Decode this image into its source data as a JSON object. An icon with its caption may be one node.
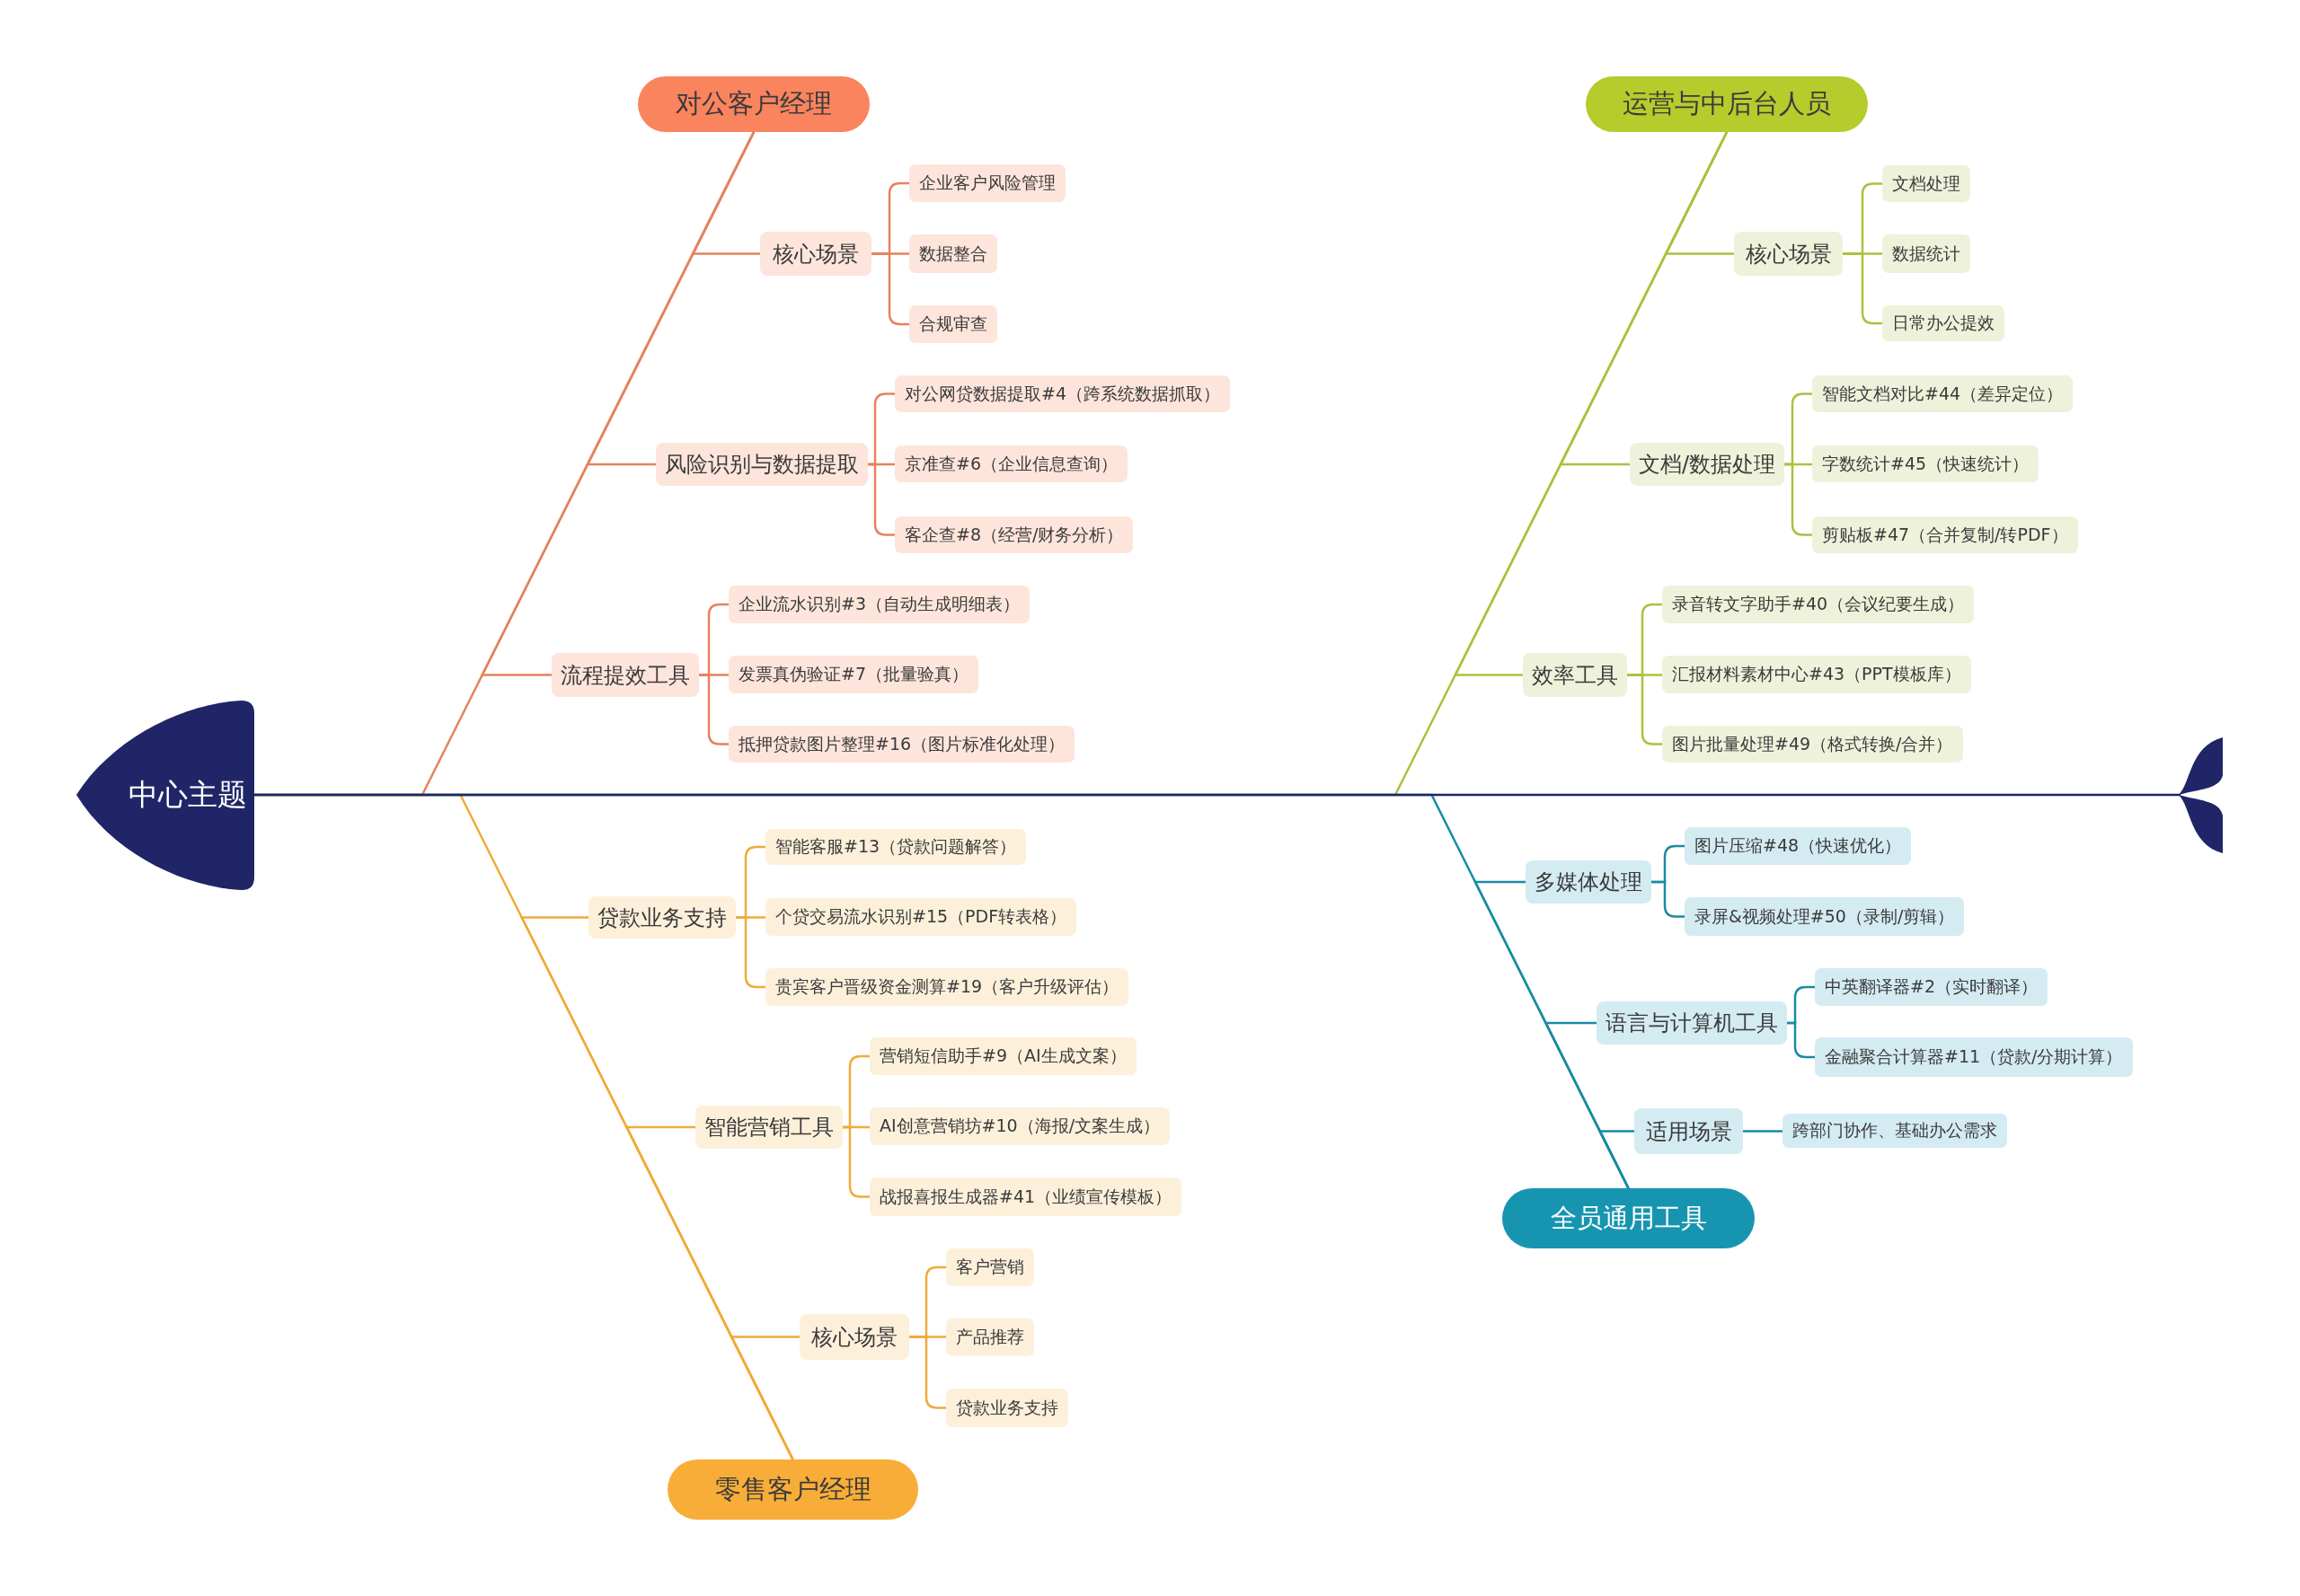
{
  "diagram": {
    "nodes": [
      {
        "text": [
          "中心主题"
        ]
      },
      {
        "text": [
          "对公客户经理"
        ]
      },
      {
        "text": [
          "核心场景"
        ]
      },
      {
        "text": [
          "企业客户风险管理"
        ]
      },
      {
        "text": [
          "数据整合"
        ]
      },
      {
        "text": [
          "合规审查"
        ]
      },
      {
        "text": [
          "风险识别与数据提取"
        ]
      },
      {
        "text": [
          "对公网贷数据提取#4（跨系统数据抓取）"
        ]
      },
      {
        "text": [
          "京准查#6（企业信息查询）"
        ]
      },
      {
        "text": [
          "客企查#8（经营/财务分析）"
        ]
      },
      {
        "text": [
          "流程提效工具"
        ]
      },
      {
        "text": [
          "企业流水识别#3（自动生成明细表）"
        ]
      },
      {
        "text": [
          "发票真伪验证#7（批量验真）"
        ]
      },
      {
        "text": [
          "抵押贷款图片整理#16（图片标准化处理）"
        ]
      },
      {
        "text": [
          "运营与中后台人员"
        ]
      },
      {
        "text": [
          "核心场景"
        ]
      },
      {
        "text": [
          "文档处理"
        ]
      },
      {
        "text": [
          "数据统计"
        ]
      },
      {
        "text": [
          "日常办公提效"
        ]
      },
      {
        "text": [
          "文档/数据处理"
        ]
      },
      {
        "text": [
          "智能文档对比#44（差异定位）"
        ]
      },
      {
        "text": [
          "字数统计#45（快速统计）"
        ]
      },
      {
        "text": [
          "剪贴板#47（合并复制/转PDF）"
        ]
      },
      {
        "text": [
          "效率工具"
        ]
      },
      {
        "text": [
          "录音转文字助手#40（会议纪要生成）"
        ]
      },
      {
        "text": [
          "汇报材料素材中心#43（PPT模板库）"
        ]
      },
      {
        "text": [
          "图片批量处理#49（格式转换/合并）"
        ]
      },
      {
        "text": [
          "零售客户经理"
        ]
      },
      {
        "text": [
          "贷款业务支持"
        ]
      },
      {
        "text": [
          "智能客服#13（贷款问题解答）"
        ]
      },
      {
        "text": [
          "个贷交易流水识别#15（PDF转表格）"
        ]
      },
      {
        "text": [
          "贵宾客户晋级资金测算#19（客户升级评估）"
        ]
      },
      {
        "text": [
          "智能营销工具"
        ]
      },
      {
        "text": [
          "营销短信助手#9（AI生成文案）"
        ]
      },
      {
        "text": [
          "AI创意营销坊#10（海报/文案生成）"
        ]
      },
      {
        "text": [
          "战报喜报生成器#41（业绩宣传模板）"
        ]
      },
      {
        "text": [
          "核心场景"
        ]
      },
      {
        "text": [
          "客户营销"
        ]
      },
      {
        "text": [
          "产品推荐"
        ]
      },
      {
        "text": [
          "贷款业务支持"
        ]
      },
      {
        "text": [
          "全员通用工具"
        ]
      },
      {
        "text": [
          "多媒体处理"
        ]
      },
      {
        "text": [
          "图片压缩#48（快速优化）"
        ]
      },
      {
        "text": [
          "录屏&视频处理#50（录制/剪辑）"
        ]
      },
      {
        "text": [
          "语言与计算机工具"
        ]
      },
      {
        "text": [
          "中英翻译器#2（实时翻译）"
        ]
      },
      {
        "text": [
          "金融聚合计算器#11（贷款/分期计算）"
        ]
      },
      {
        "text": [
          "适用场景"
        ]
      },
      {
        "text": [
          "跨部门协作、基础办公需求"
        ]
      },
      {
        "text": [],
        "shape": "tail"
      }
    ],
    "edges": [
      {
        "from": 0,
        "to": 49,
        "arrow": "none",
        "color": "#1f2566"
      },
      {
        "from": 0,
        "to": 1,
        "arrow": "none",
        "color": "#e5825c"
      },
      {
        "from": 1,
        "to": 2,
        "arrow": "none",
        "color": "#e5825c"
      },
      {
        "from": 2,
        "to": 3,
        "arrow": "none",
        "color": "#e5825c"
      },
      {
        "from": 2,
        "to": 4,
        "arrow": "none",
        "color": "#e5825c"
      },
      {
        "from": 2,
        "to": 5,
        "arrow": "none",
        "color": "#e5825c"
      },
      {
        "from": 1,
        "to": 6,
        "arrow": "none",
        "color": "#e5825c"
      },
      {
        "from": 6,
        "to": 7,
        "arrow": "none",
        "color": "#e5825c"
      },
      {
        "from": 6,
        "to": 8,
        "arrow": "none",
        "color": "#e5825c"
      },
      {
        "from": 6,
        "to": 9,
        "arrow": "none",
        "color": "#e5825c"
      },
      {
        "from": 1,
        "to": 10,
        "arrow": "none",
        "color": "#e5825c"
      },
      {
        "from": 10,
        "to": 11,
        "arrow": "none",
        "color": "#e5825c"
      },
      {
        "from": 10,
        "to": 12,
        "arrow": "none",
        "color": "#e5825c"
      },
      {
        "from": 10,
        "to": 13,
        "arrow": "none",
        "color": "#e5825c"
      },
      {
        "from": 0,
        "to": 14,
        "arrow": "none",
        "color": "#a9c23f"
      },
      {
        "from": 14,
        "to": 15,
        "arrow": "none",
        "color": "#a9c23f"
      },
      {
        "from": 15,
        "to": 16,
        "arrow": "none",
        "color": "#a9c23f"
      },
      {
        "from": 15,
        "to": 17,
        "arrow": "none",
        "color": "#a9c23f"
      },
      {
        "from": 15,
        "to": 18,
        "arrow": "none",
        "color": "#a9c23f"
      },
      {
        "from": 14,
        "to": 19,
        "arrow": "none",
        "color": "#a9c23f"
      },
      {
        "from": 19,
        "to": 20,
        "arrow": "none",
        "color": "#a9c23f"
      },
      {
        "from": 19,
        "to": 21,
        "arrow": "none",
        "color": "#a9c23f"
      },
      {
        "from": 19,
        "to": 22,
        "arrow": "none",
        "color": "#a9c23f"
      },
      {
        "from": 14,
        "to": 23,
        "arrow": "none",
        "color": "#a9c23f"
      },
      {
        "from": 23,
        "to": 24,
        "arrow": "none",
        "color": "#a9c23f"
      },
      {
        "from": 23,
        "to": 25,
        "arrow": "none",
        "color": "#a9c23f"
      },
      {
        "from": 23,
        "to": 26,
        "arrow": "none",
        "color": "#a9c23f"
      },
      {
        "from": 0,
        "to": 27,
        "arrow": "none",
        "color": "#efab3a"
      },
      {
        "from": 27,
        "to": 28,
        "arrow": "none",
        "color": "#efab3a"
      },
      {
        "from": 28,
        "to": 29,
        "arrow": "none",
        "color": "#efab3a"
      },
      {
        "from": 28,
        "to": 30,
        "arrow": "none",
        "color": "#efab3a"
      },
      {
        "from": 28,
        "to": 31,
        "arrow": "none",
        "color": "#efab3a"
      },
      {
        "from": 27,
        "to": 32,
        "arrow": "none",
        "color": "#efab3a"
      },
      {
        "from": 32,
        "to": 33,
        "arrow": "none",
        "color": "#efab3a"
      },
      {
        "from": 32,
        "to": 34,
        "arrow": "none",
        "color": "#efab3a"
      },
      {
        "from": 32,
        "to": 35,
        "arrow": "none",
        "color": "#efab3a"
      },
      {
        "from": 27,
        "to": 36,
        "arrow": "none",
        "color": "#efab3a"
      },
      {
        "from": 36,
        "to": 37,
        "arrow": "none",
        "color": "#efab3a"
      },
      {
        "from": 36,
        "to": 38,
        "arrow": "none",
        "color": "#efab3a"
      },
      {
        "from": 36,
        "to": 39,
        "arrow": "none",
        "color": "#efab3a"
      },
      {
        "from": 0,
        "to": 40,
        "arrow": "none",
        "color": "#1a8aa5"
      },
      {
        "from": 40,
        "to": 41,
        "arrow": "none",
        "color": "#1a8aa5"
      },
      {
        "from": 41,
        "to": 42,
        "arrow": "none",
        "color": "#1a8aa5"
      },
      {
        "from": 41,
        "to": 43,
        "arrow": "none",
        "color": "#1a8aa5"
      },
      {
        "from": 40,
        "to": 44,
        "arrow": "none",
        "color": "#1a8aa5"
      },
      {
        "from": 44,
        "to": 45,
        "arrow": "none",
        "color": "#1a8aa5"
      },
      {
        "from": 44,
        "to": 46,
        "arrow": "none",
        "color": "#1a8aa5"
      },
      {
        "from": 40,
        "to": 47,
        "arrow": "none",
        "color": "#1a8aa5"
      },
      {
        "from": 47,
        "to": 48,
        "arrow": "none",
        "color": "#1a8aa5"
      }
    ]
  }
}
